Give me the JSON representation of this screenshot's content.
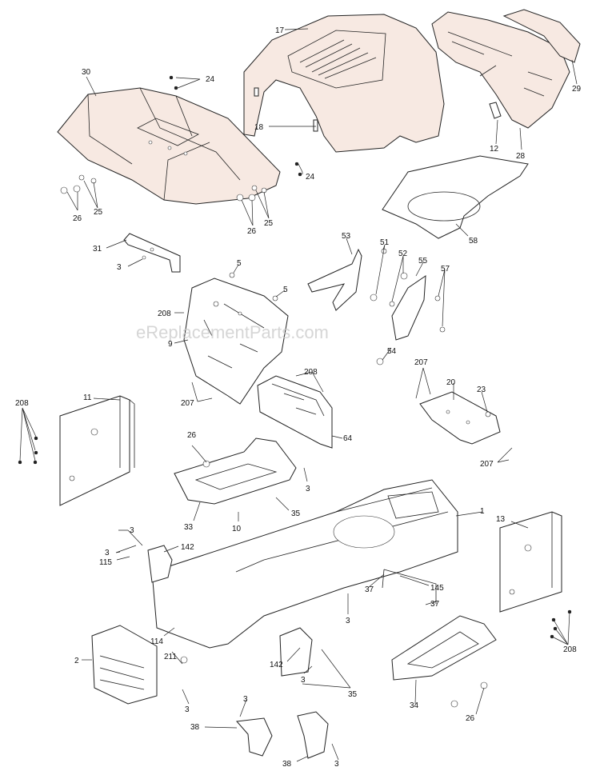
{
  "watermark": "eReplacementParts.com",
  "labels": {
    "l17": "17",
    "l29": "29",
    "l30": "30",
    "l24a": "24",
    "l18": "18",
    "l12": "12",
    "l28": "28",
    "l24b": "24",
    "l26a": "26",
    "l25a": "25",
    "l26b": "26",
    "l25b": "25",
    "l58": "58",
    "l31": "31",
    "l3a": "3",
    "l53": "53",
    "l51": "51",
    "l52": "52",
    "l55": "55",
    "l57": "57",
    "l5a": "5",
    "l5b": "5",
    "l208a": "208",
    "l9": "9",
    "l54": "54",
    "l207a": "207",
    "l20": "20",
    "l23": "23",
    "l208b": "208",
    "l207b": "207",
    "l208c": "208",
    "l11": "11",
    "l64": "64",
    "l207c": "207",
    "l26c": "26",
    "l3b": "3",
    "l35a": "35",
    "l33": "33",
    "l10": "10",
    "l1": "1",
    "l13": "13",
    "l3c": "3",
    "l3d": "3",
    "l142a": "142",
    "l115": "115",
    "l145": "145",
    "l37a": "37",
    "l37b": "37",
    "l3e": "3",
    "l208d": "208",
    "l114": "114",
    "l211": "211",
    "l2": "2",
    "l142b": "142",
    "l3f": "3",
    "l35b": "35",
    "l3g": "3",
    "l34": "34",
    "l26d": "26",
    "l38a": "38",
    "l3h": "3",
    "l38b": "38",
    "l3i": "3"
  }
}
